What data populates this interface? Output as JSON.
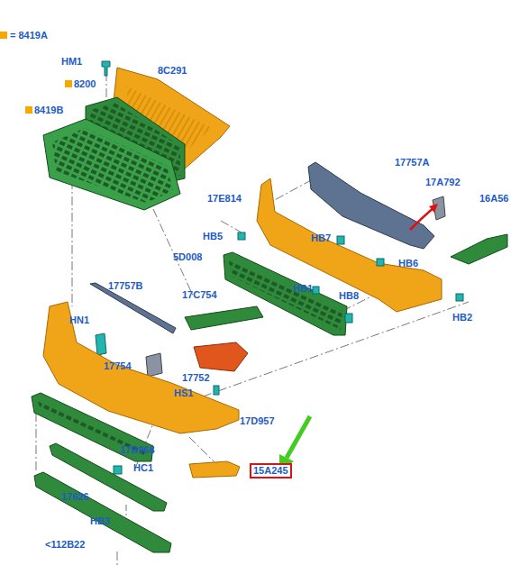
{
  "diagram": {
    "nodes": [
      {
        "text": [
          "15A245"
        ]
      }
    ],
    "edges": [],
    "labels": [
      "HM1",
      "8C291",
      "8200",
      "8419B",
      "17757A",
      "17A792",
      "16A56",
      "17E814",
      "HB5",
      "HB7",
      "HB6",
      "5D008",
      "HB1",
      "HB8",
      "HB2",
      "17757B",
      "17C754",
      "HN1",
      "17754",
      "17752",
      "HS1",
      "17D957",
      "17B968",
      "HC1",
      "17626",
      "HB3",
      "<112B22"
    ],
    "legend": [
      {
        "text": "= 8419A",
        "color": "#f5a800"
      }
    ]
  }
}
